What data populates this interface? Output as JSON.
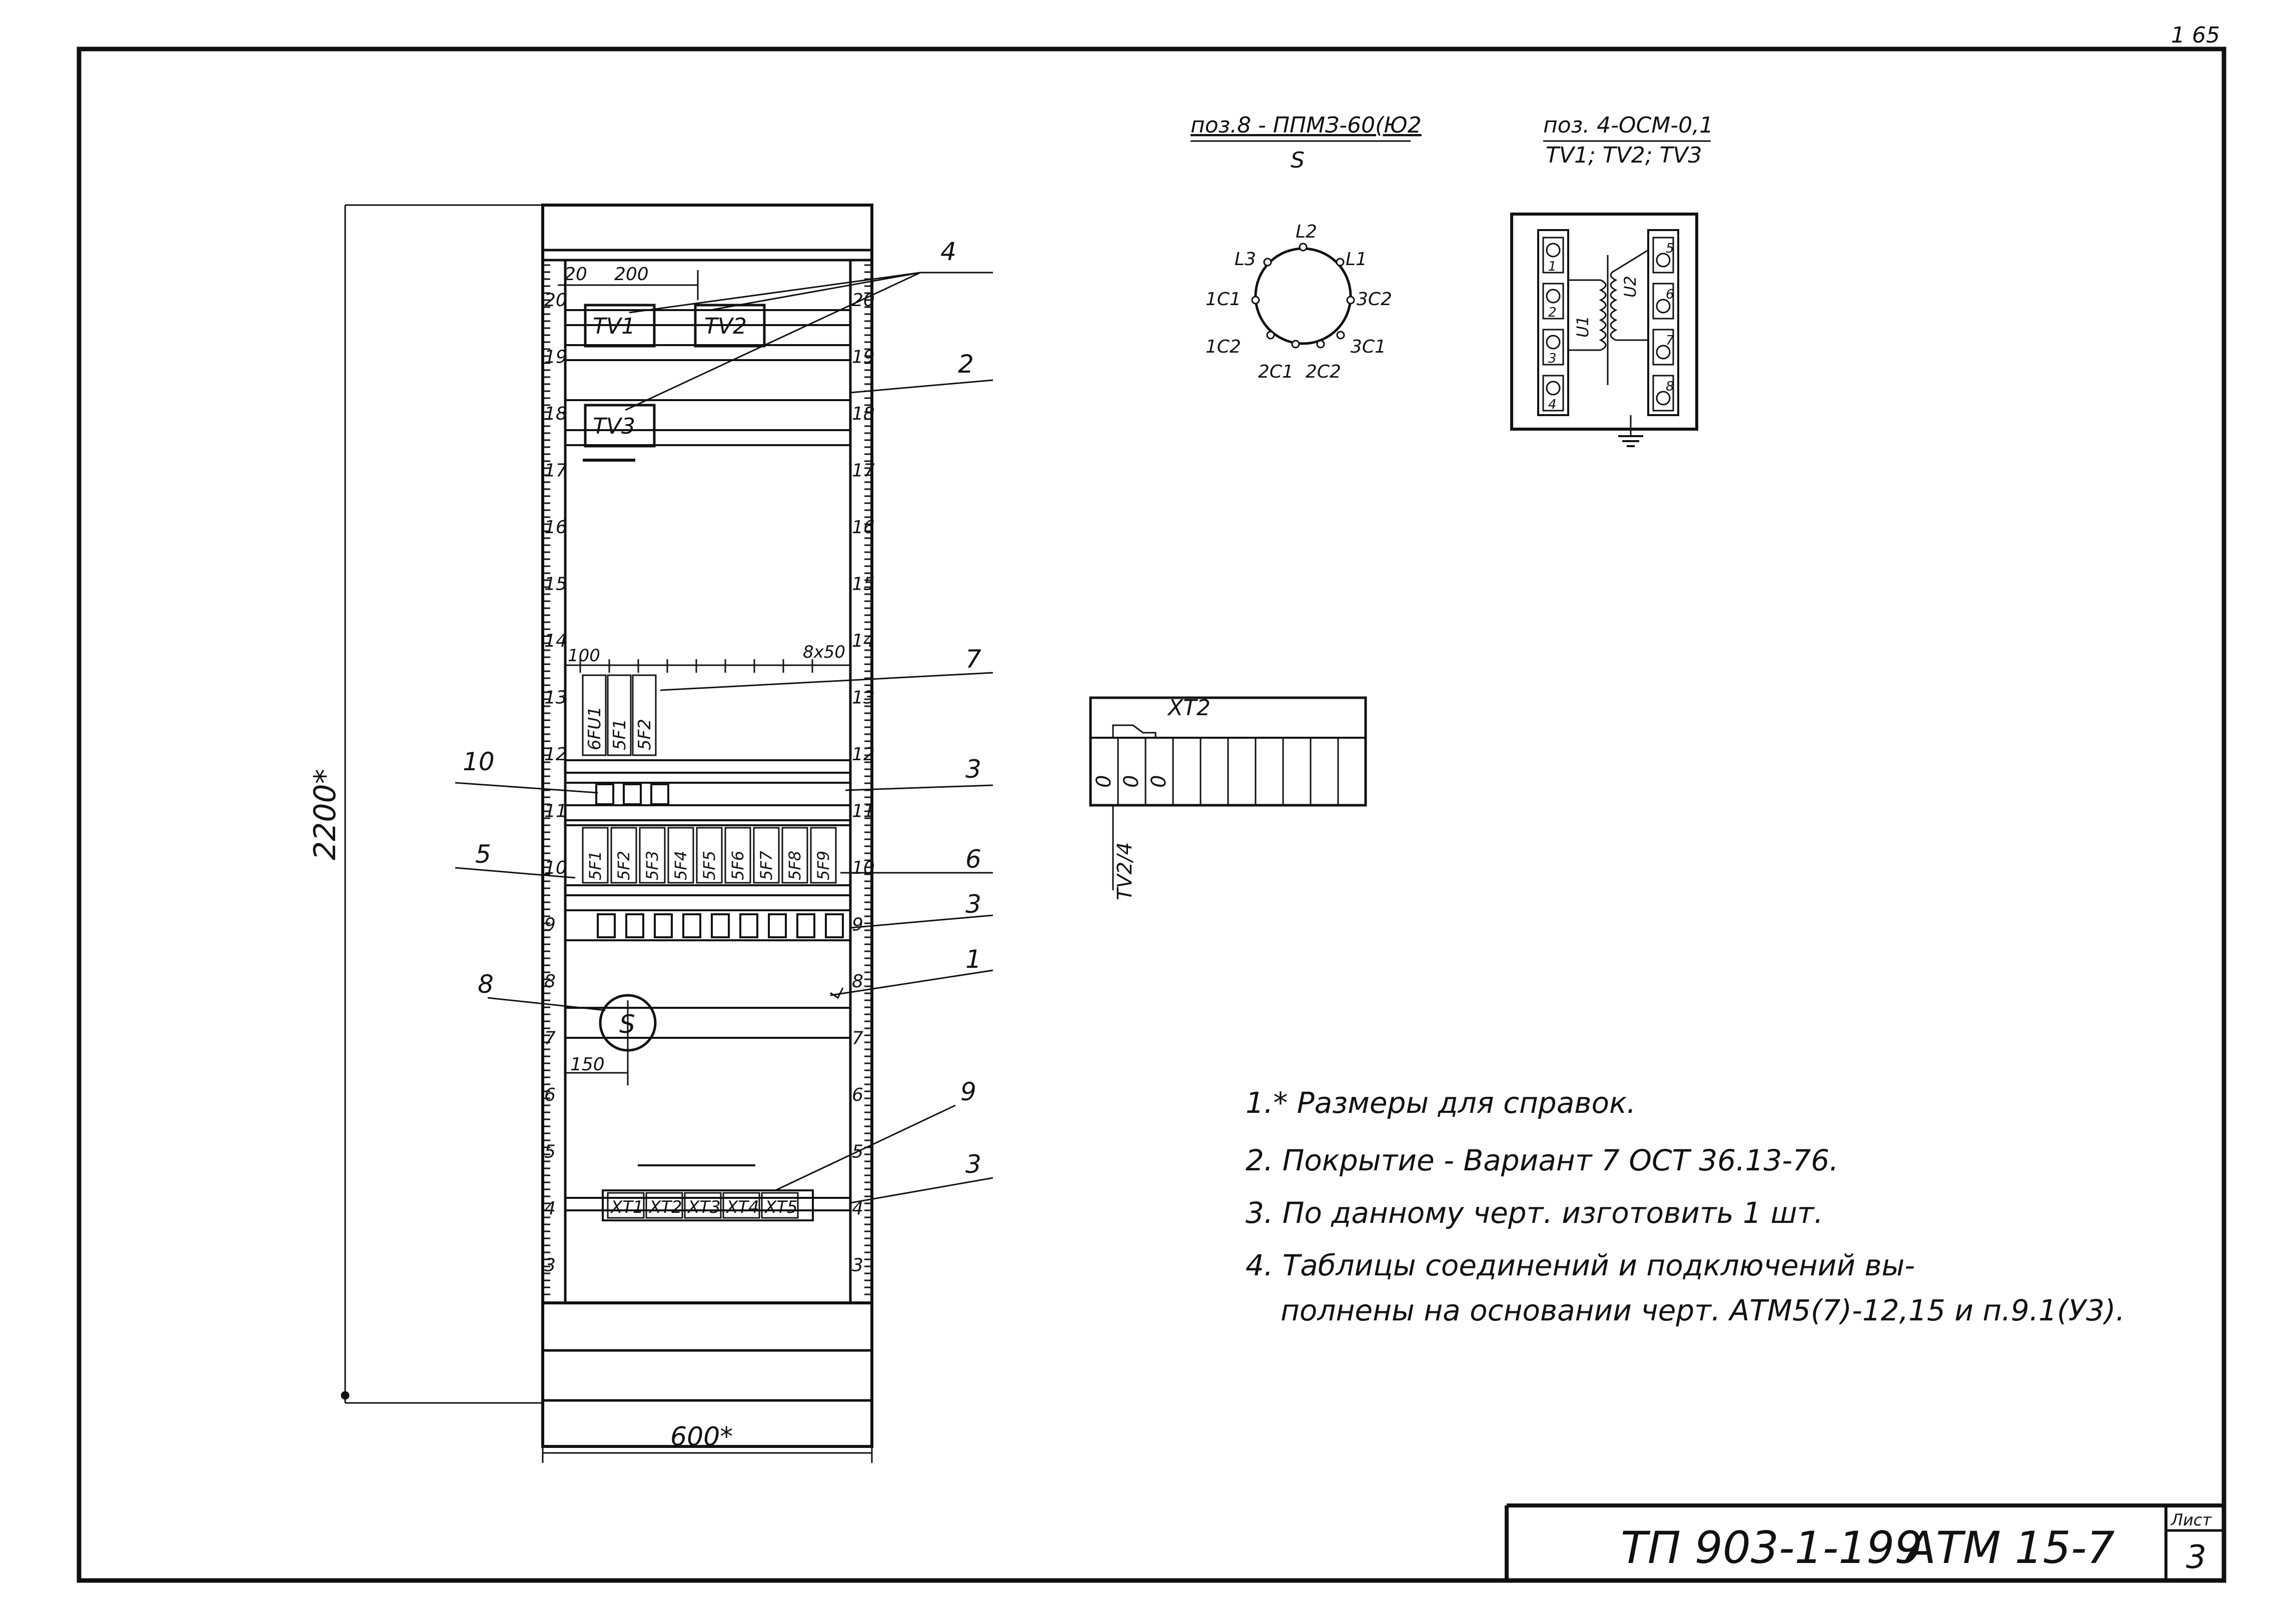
{
  "sheet_number": "1 65",
  "dimensions": {
    "height": "2200*",
    "width": "600*"
  },
  "cabinet": {
    "row_labels": [
      "20",
      "19",
      "18",
      "17",
      "16",
      "15",
      "14",
      "13",
      "12",
      "11",
      "10",
      "9",
      "8",
      "7",
      "6",
      "5",
      "4",
      "3"
    ],
    "top_dims": [
      "20",
      "200"
    ],
    "mid_dims": [
      "100",
      "8x50"
    ],
    "left_dim": "150",
    "transformers": [
      "TV1",
      "TV2",
      "TV3"
    ],
    "switch_upper": [
      "6FU1",
      "5F1",
      "5F2"
    ],
    "switch_lower": [
      "5F1",
      "5F2",
      "5F3",
      "5F4",
      "5F5",
      "5F6",
      "5F7",
      "5F8",
      "5F9"
    ],
    "meter_label": "S",
    "terminals": [
      "XT1",
      "XT2",
      "XT3",
      "XT4",
      "XT5"
    ]
  },
  "callouts": [
    "4",
    "2",
    "7",
    "10",
    "3",
    "5",
    "6",
    "3",
    "1",
    "8",
    "9",
    "3"
  ],
  "pos8": {
    "title": "поз.8 - ППМЗ-60(Ю2",
    "sub": "S",
    "pins": [
      "L2",
      "L3",
      "L1",
      "1C1",
      "3C2",
      "1C2",
      "2C1",
      "2C2",
      "3C1"
    ]
  },
  "pos4": {
    "title": "поз. 4-ОСМ-0,1",
    "sub": "TV1; TV2; TV3",
    "terminals_left": [
      "1",
      "2",
      "3",
      "4"
    ],
    "terminals_right": [
      "5",
      "6",
      "7",
      "8"
    ],
    "windings": [
      "U1",
      "U2"
    ]
  },
  "xt2": {
    "title": "XT2",
    "cells": [
      "0",
      "0",
      "0"
    ],
    "side_label": "TV2/4"
  },
  "notes": [
    "1.* Размеры для справок.",
    "2. Покрытие - Вариант 7 ОСТ 36.13-76.",
    "3. По данному черт. изготовить 1 шт.",
    "4. Таблицы соединений и подключений вы-",
    "полнены на основании черт. АТМ5(7)-12,15 и п.9.1(У3)."
  ],
  "title_block": {
    "code": "ТП 903-1-199",
    "doc": "АТМ 15-7",
    "sheet_label": "Лист",
    "sheet": "3"
  }
}
